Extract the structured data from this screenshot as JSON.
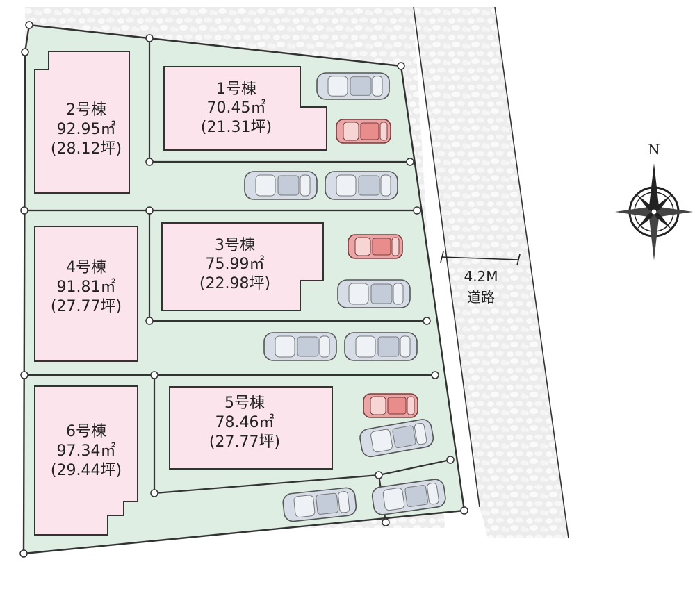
{
  "lots": [
    {
      "name": "1号棟",
      "area": "70.45㎡",
      "tsubo": "(21.31坪)"
    },
    {
      "name": "2号棟",
      "area": "92.95㎡",
      "tsubo": "(28.12坪)"
    },
    {
      "name": "3号棟",
      "area": "75.99㎡",
      "tsubo": "(22.98坪)"
    },
    {
      "name": "4号棟",
      "area": "91.81㎡",
      "tsubo": "(27.77坪)"
    },
    {
      "name": "5号棟",
      "area": "78.46㎡",
      "tsubo": "(27.77坪)"
    },
    {
      "name": "6号棟",
      "area": "97.34㎡",
      "tsubo": "(29.44坪)"
    }
  ],
  "road": {
    "width": "4.2M",
    "label": "道路"
  },
  "compass": {
    "north_label": "N"
  },
  "colors": {
    "lot_fill": "#dfeee3",
    "building_fill": "#fbe4ec",
    "road_fill": "#e9e9e9",
    "line": "#333333",
    "car_gray": "#cfd6e0",
    "car_red": "#e8a0a0"
  }
}
